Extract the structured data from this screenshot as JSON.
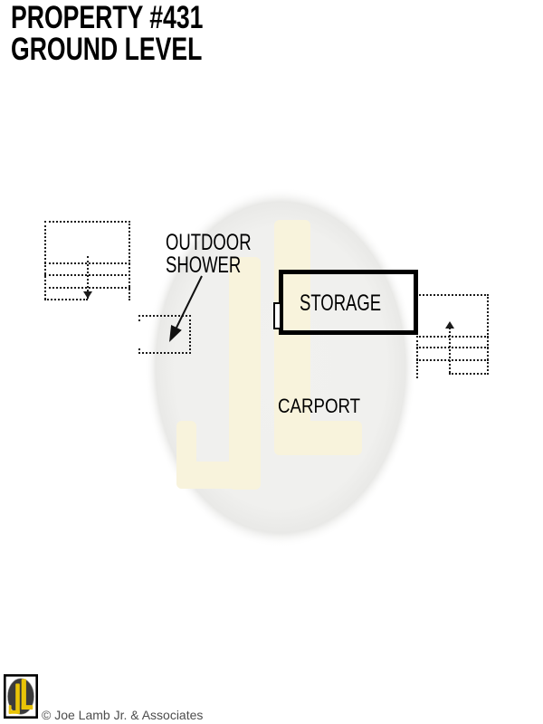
{
  "title": {
    "line1": "PROPERTY #431",
    "line2": "GROUND LEVEL"
  },
  "floorplan": {
    "outdoor_shower_label": {
      "line1": "OUTDOOR",
      "line2": "SHOWER"
    },
    "storage_label": "STORAGE",
    "carport_label": "CARPORT"
  },
  "watermark": {
    "text": "JL",
    "oval_color": "#efefec",
    "letter_color": "#f8f3dc"
  },
  "footer": {
    "logo_text": "JL",
    "logo_letter_color": "#e9c407",
    "logo_oval_color": "#3b3b3b",
    "copyright": "© Joe Lamb Jr. & Associates"
  }
}
